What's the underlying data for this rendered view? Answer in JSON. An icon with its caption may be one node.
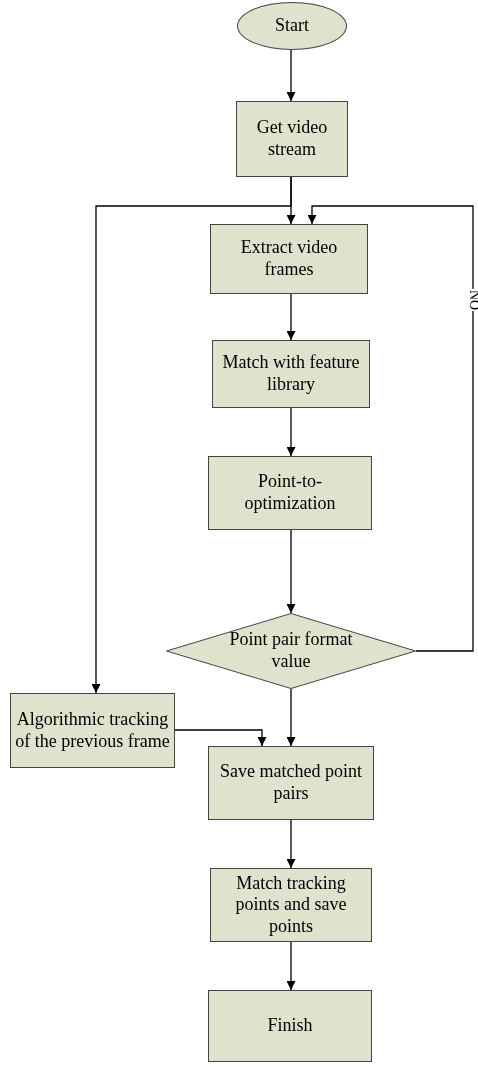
{
  "diagram": {
    "nodes": [
      {
        "text": [
          "Start"
        ]
      },
      {
        "text": [
          "Get video stream"
        ]
      },
      {
        "text": [
          "Extract video frames"
        ]
      },
      {
        "text": [
          "Match with feature library"
        ]
      },
      {
        "text": [
          "Point-to-optimization"
        ]
      },
      {
        "text": [
          "Point pair format value"
        ]
      },
      {
        "text": [
          "Algorithmic tracking of the previous frame"
        ]
      },
      {
        "text": [
          "Save matched point pairs"
        ]
      },
      {
        "text": [
          "Match tracking points and save points"
        ]
      },
      {
        "text": [
          "Finish"
        ]
      }
    ],
    "edges": [
      {
        "from": 0,
        "to": 1,
        "arrow": "to"
      },
      {
        "from": 1,
        "to": 2,
        "arrow": "to"
      },
      {
        "from": 2,
        "to": 3,
        "arrow": "to"
      },
      {
        "from": 3,
        "to": 4,
        "arrow": "to"
      },
      {
        "from": 4,
        "to": 5,
        "arrow": "to"
      },
      {
        "from": 5,
        "to": 2,
        "arrow": "to",
        "label": "NO"
      },
      {
        "from": 1,
        "to": 6,
        "arrow": "to"
      },
      {
        "from": 5,
        "to": 7,
        "arrow": "to"
      },
      {
        "from": 6,
        "to": 7,
        "arrow": "to"
      },
      {
        "from": 7,
        "to": 8,
        "arrow": "to"
      },
      {
        "from": 8,
        "to": 9,
        "arrow": "to"
      }
    ]
  }
}
